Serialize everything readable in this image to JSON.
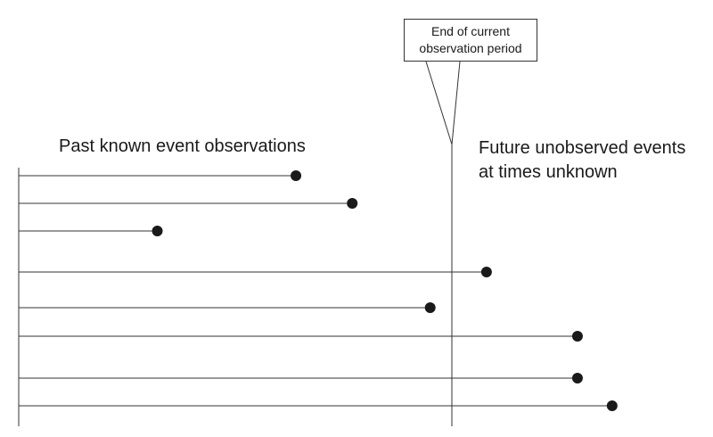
{
  "labels": {
    "past": "Past known event observations",
    "future_line1": "Future unobserved events",
    "future_line2": "at times unknown",
    "callout_line1": "End of current",
    "callout_line2": "observation period"
  },
  "colors": {
    "line": "#333333",
    "dot": "#1a1a1a"
  },
  "observations": [
    {
      "end": 0.64
    },
    {
      "end": 0.77
    },
    {
      "end": 0.32
    },
    {
      "end": 1.08
    },
    {
      "end": 0.95
    },
    {
      "end": 1.29
    },
    {
      "end": 1.29
    },
    {
      "end": 1.37
    }
  ],
  "observation_end": 1.0
}
